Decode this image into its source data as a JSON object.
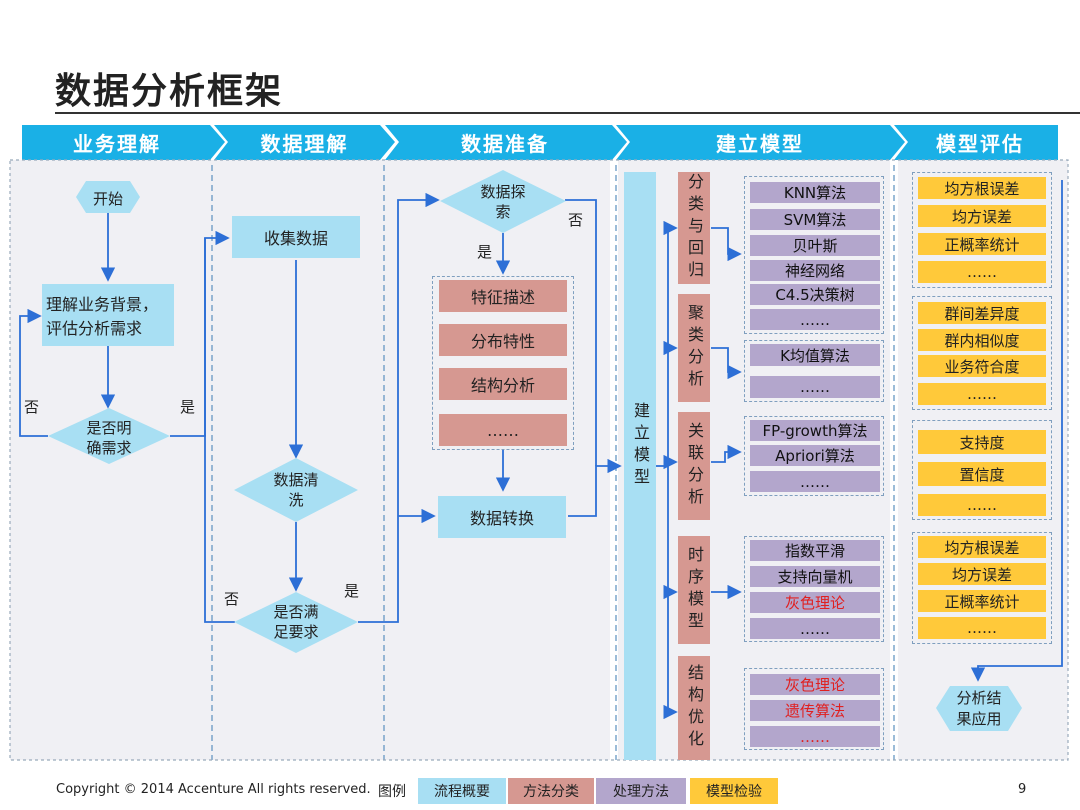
{
  "title": "数据分析框架",
  "phases": [
    "业务理解",
    "数据理解",
    "数据准备",
    "建立模型",
    "模型评估"
  ],
  "business": {
    "start": "开始",
    "understand": "理解业务背景，\n评估分析需求",
    "decision": "是否明\n确需求",
    "no": "否",
    "yes": "是"
  },
  "data_understanding": {
    "collect": "收集数据",
    "clean": "数据清\n洗",
    "decision": "是否满\n足要求",
    "no": "否",
    "yes": "是"
  },
  "data_prep": {
    "explore": "数据探\n索",
    "yes": "是",
    "no": "否",
    "items": [
      "特征描述",
      "分布特性",
      "结构分析",
      "……"
    ],
    "transform": "数据转换"
  },
  "modeling": {
    "build": "建立模型",
    "categories": [
      {
        "name": "分类与回归",
        "methods": [
          {
            "t": "KNN算法"
          },
          {
            "t": "SVM算法"
          },
          {
            "t": "贝叶斯"
          },
          {
            "t": "神经网络"
          },
          {
            "t": "C4.5决策树"
          },
          {
            "t": "……"
          }
        ]
      },
      {
        "name": "聚类分析",
        "methods": [
          {
            "t": "K均值算法"
          },
          {
            "t": "……"
          }
        ]
      },
      {
        "name": "关联分析",
        "methods": [
          {
            "t": "FP-growth算法"
          },
          {
            "t": "Apriori算法"
          },
          {
            "t": "……"
          }
        ]
      },
      {
        "name": "时序模型",
        "methods": [
          {
            "t": "指数平滑"
          },
          {
            "t": "支持向量机"
          },
          {
            "t": "灰色理论",
            "red": true
          },
          {
            "t": "……"
          }
        ]
      },
      {
        "name": "结构优化",
        "methods": [
          {
            "t": "灰色理论",
            "red": true
          },
          {
            "t": "遗传算法",
            "red": true
          },
          {
            "t": "……",
            "red": true
          }
        ]
      }
    ]
  },
  "evaluation": {
    "groups": [
      [
        "均方根误差",
        "均方误差",
        "正概率统计",
        "……"
      ],
      [
        "群间差异度",
        "群内相似度",
        "业务符合度",
        "……"
      ],
      [
        "支持度",
        "置信度",
        "……"
      ],
      [
        "均方根误差",
        "均方误差",
        "正概率统计",
        "……"
      ]
    ],
    "result": "分析结\n果应用"
  },
  "footer": {
    "copyright": "Copyright © 2014  Accenture  All rights reserved.",
    "legend_label": "图例",
    "legend": [
      "流程概要",
      "方法分类",
      "处理方法",
      "模型检验"
    ],
    "page": "9"
  },
  "colors": {
    "cyan": "#a8dff3",
    "phase": "#1ab0e6",
    "red": "#d69891",
    "purple": "#b3a6cc",
    "yellow": "#ffc93a",
    "arrow": "#2d6fd6"
  }
}
